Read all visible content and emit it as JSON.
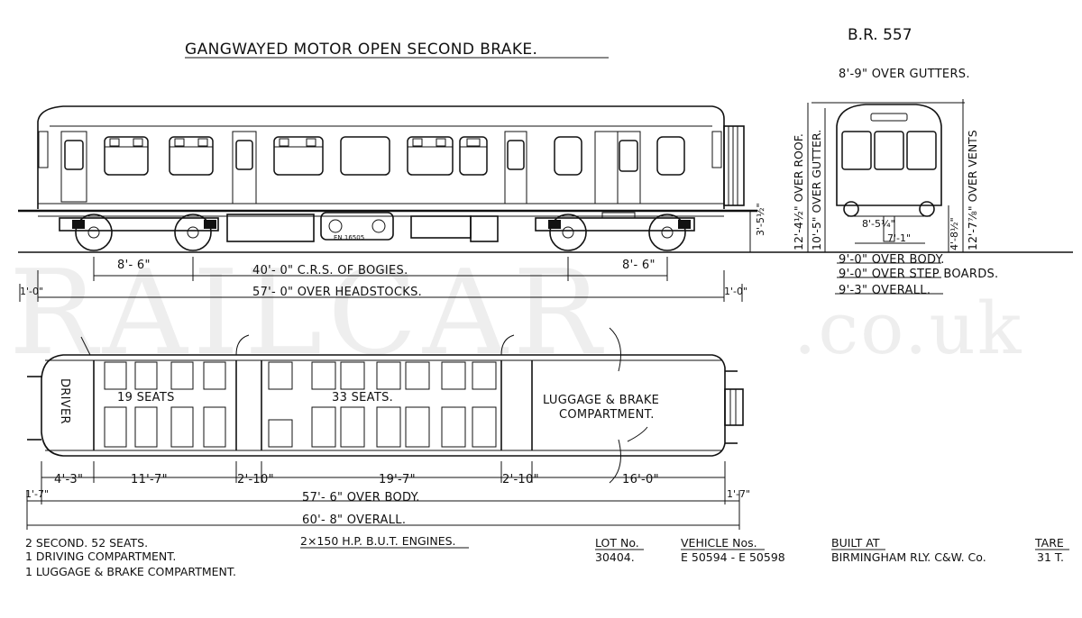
{
  "header": {
    "title": "GANGWAYED MOTOR OPEN SECOND BRAKE.",
    "diagram_no": "B.R. 557"
  },
  "watermark": {
    "main": "RAILCAR",
    "suffix": ".co.uk"
  },
  "side_elevation": {
    "dim_bogie_left": "8'- 6\"",
    "dim_bogie_right": "8'- 6\"",
    "dim_centres": "40'- 0\" C.R.S. OF BOGIES.",
    "dim_headstocks": "57'- 0\" OVER HEADSTOCKS.",
    "dim_end_left": "1'-0\"",
    "dim_end_right": "1'-0\"",
    "dim_height_rail": "3'-5½\""
  },
  "end_elevation": {
    "over_gutters": "8'-9\" OVER GUTTERS.",
    "over_roof": "12'-4½\" OVER ROOF.",
    "over_gutter": "10'-5\" OVER GUTTER.",
    "over_vents": "12'-7⅞\" OVER VENTS",
    "gauge_a": "8'-5¼\"",
    "gauge_b": "7'-1\"",
    "gauge_c": "4'-8½\"",
    "over_body": "9'-0\" OVER BODY.",
    "over_step_boards": "9'-0\" OVER STEP BOARDS.",
    "overall": "9'-3\" OVERALL."
  },
  "plan": {
    "driver": "DRIVER",
    "seats_first": "19 SEATS",
    "seats_second": "33 SEATS.",
    "luggage_1": "LUGGAGE & BRAKE",
    "luggage_2": "COMPARTMENT.",
    "dim_a": "4'-3\"",
    "dim_b": "11'-7\"",
    "dim_c": "2'-10\"",
    "dim_d": "19'-7\"",
    "dim_e": "2'-10\"",
    "dim_f": "16'-0\"",
    "dim_end_left": "1'-7\"",
    "dim_end_right": "1'-7\"",
    "dim_body": "57'- 6\" OVER BODY.",
    "dim_overall": "60'- 8\" OVERALL."
  },
  "footer": {
    "accommodation_1": "2 SECOND. 52 SEATS.",
    "accommodation_2": "1 DRIVING COMPARTMENT.",
    "accommodation_3": "1 LUGGAGE & BRAKE COMPARTMENT.",
    "engines": "2×150 H.P. B.U.T. ENGINES.",
    "lot_label": "LOT No.",
    "lot_value": "30404.",
    "vehicle_label": "VEHICLE Nos.",
    "vehicle_value": "E 50594 - E 50598",
    "built_label": "BUILT AT",
    "built_value": "BIRMINGHAM RLY. C&W. Co.",
    "tare_label": "TARE",
    "tare_value": "31 T."
  }
}
